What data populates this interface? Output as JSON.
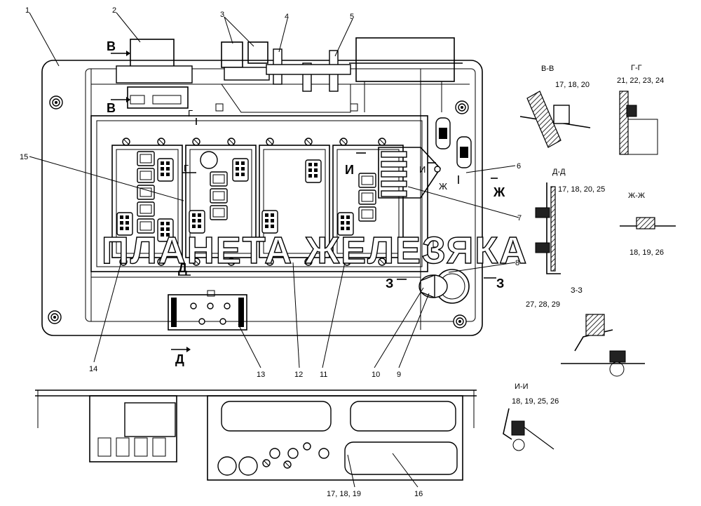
{
  "callouts": [
    "1",
    "2",
    "3",
    "4",
    "5",
    "6",
    "7",
    "8",
    "9",
    "10",
    "11",
    "12",
    "13",
    "14",
    "15",
    "16"
  ],
  "section_markers": {
    "v": "В",
    "g": "Г",
    "d": "Д",
    "zh": "Ж",
    "z": "З",
    "i": "И"
  },
  "sections": [
    {
      "title": "В-В",
      "parts": "17, 18, 20"
    },
    {
      "title": "Г-Г",
      "parts": "21, 22, 23, 24"
    },
    {
      "title": "Д-Д",
      "parts": "17, 18, 20, 25"
    },
    {
      "title": "Ж-Ж",
      "parts": "18, 19, 26"
    },
    {
      "title": "З-З",
      "parts": "27, 28, 29"
    },
    {
      "title": "И-И",
      "parts": "18, 19, 25, 26"
    }
  ],
  "bottom_parts": "17, 18, 19",
  "watermark": "ПЛАНЕТА ЖЕЛЕЗЯКА"
}
